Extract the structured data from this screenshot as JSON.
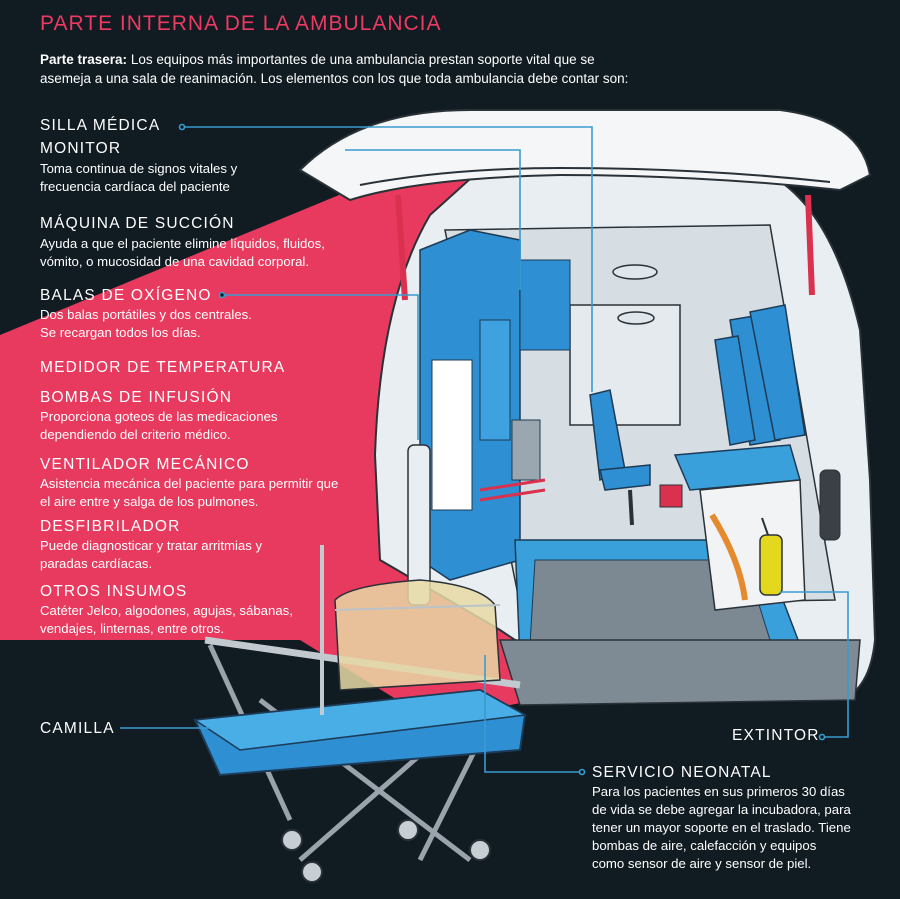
{
  "header": {
    "title": "PARTE INTERNA DE LA AMBULANCIA",
    "intro_bold": "Parte trasera:",
    "intro_text": " Los equipos más importantes de una ambulancia prestan soporte vital que se asemeja a una sala de reanimación. Los elementos con los que toda ambulancia debe contar son:"
  },
  "items": [
    {
      "label": "SILLA MÉDICA",
      "desc": ""
    },
    {
      "label": "MONITOR",
      "desc": "Toma continua de signos vitales y frecuencia cardíaca del paciente"
    },
    {
      "label": "MÁQUINA DE SUCCIÓN",
      "desc": "Ayuda a que el paciente elimine líquidos, fluidos, vómito, o mucosidad de una cavidad corporal."
    },
    {
      "label": "BALAS DE OXÍGENO",
      "desc": "Dos balas portátiles y dos centrales. Se recargan todos los días."
    },
    {
      "label": "MEDIDOR DE TEMPERATURA",
      "desc": ""
    },
    {
      "label": "BOMBAS DE INFUSIÓN",
      "desc": "Proporciona goteos de las medicaciones dependiendo del criterio médico."
    },
    {
      "label": "VENTILADOR MECÁNICO",
      "desc": "Asistencia mecánica del paciente para permitir que el aire entre y salga de los pulmones."
    },
    {
      "label": "DESFIBRILADOR",
      "desc": "Puede diagnosticar y tratar arritmias y paradas cardíacas."
    },
    {
      "label": "OTROS INSUMOS",
      "desc": "Catéter Jelco, algodones, agujas, sábanas, vendajes, linternas, entre otros."
    },
    {
      "label": "CAMILLA",
      "desc": ""
    },
    {
      "label": "EXTINTOR",
      "desc": ""
    },
    {
      "label": "SERVICIO NEONATAL",
      "desc": "Para los pacientes en sus primeros 30 días de vida se debe agregar la incubadora, para tener un mayor soporte en el traslado. Tiene bombas de aire, calefacción y equipos como sensor de aire y sensor de piel."
    }
  ],
  "colors": {
    "background": "#101b22",
    "accent_pink": "#ee3a62",
    "leader_blue": "#3a9bd0",
    "interior_blue": "#2e8fd2"
  }
}
